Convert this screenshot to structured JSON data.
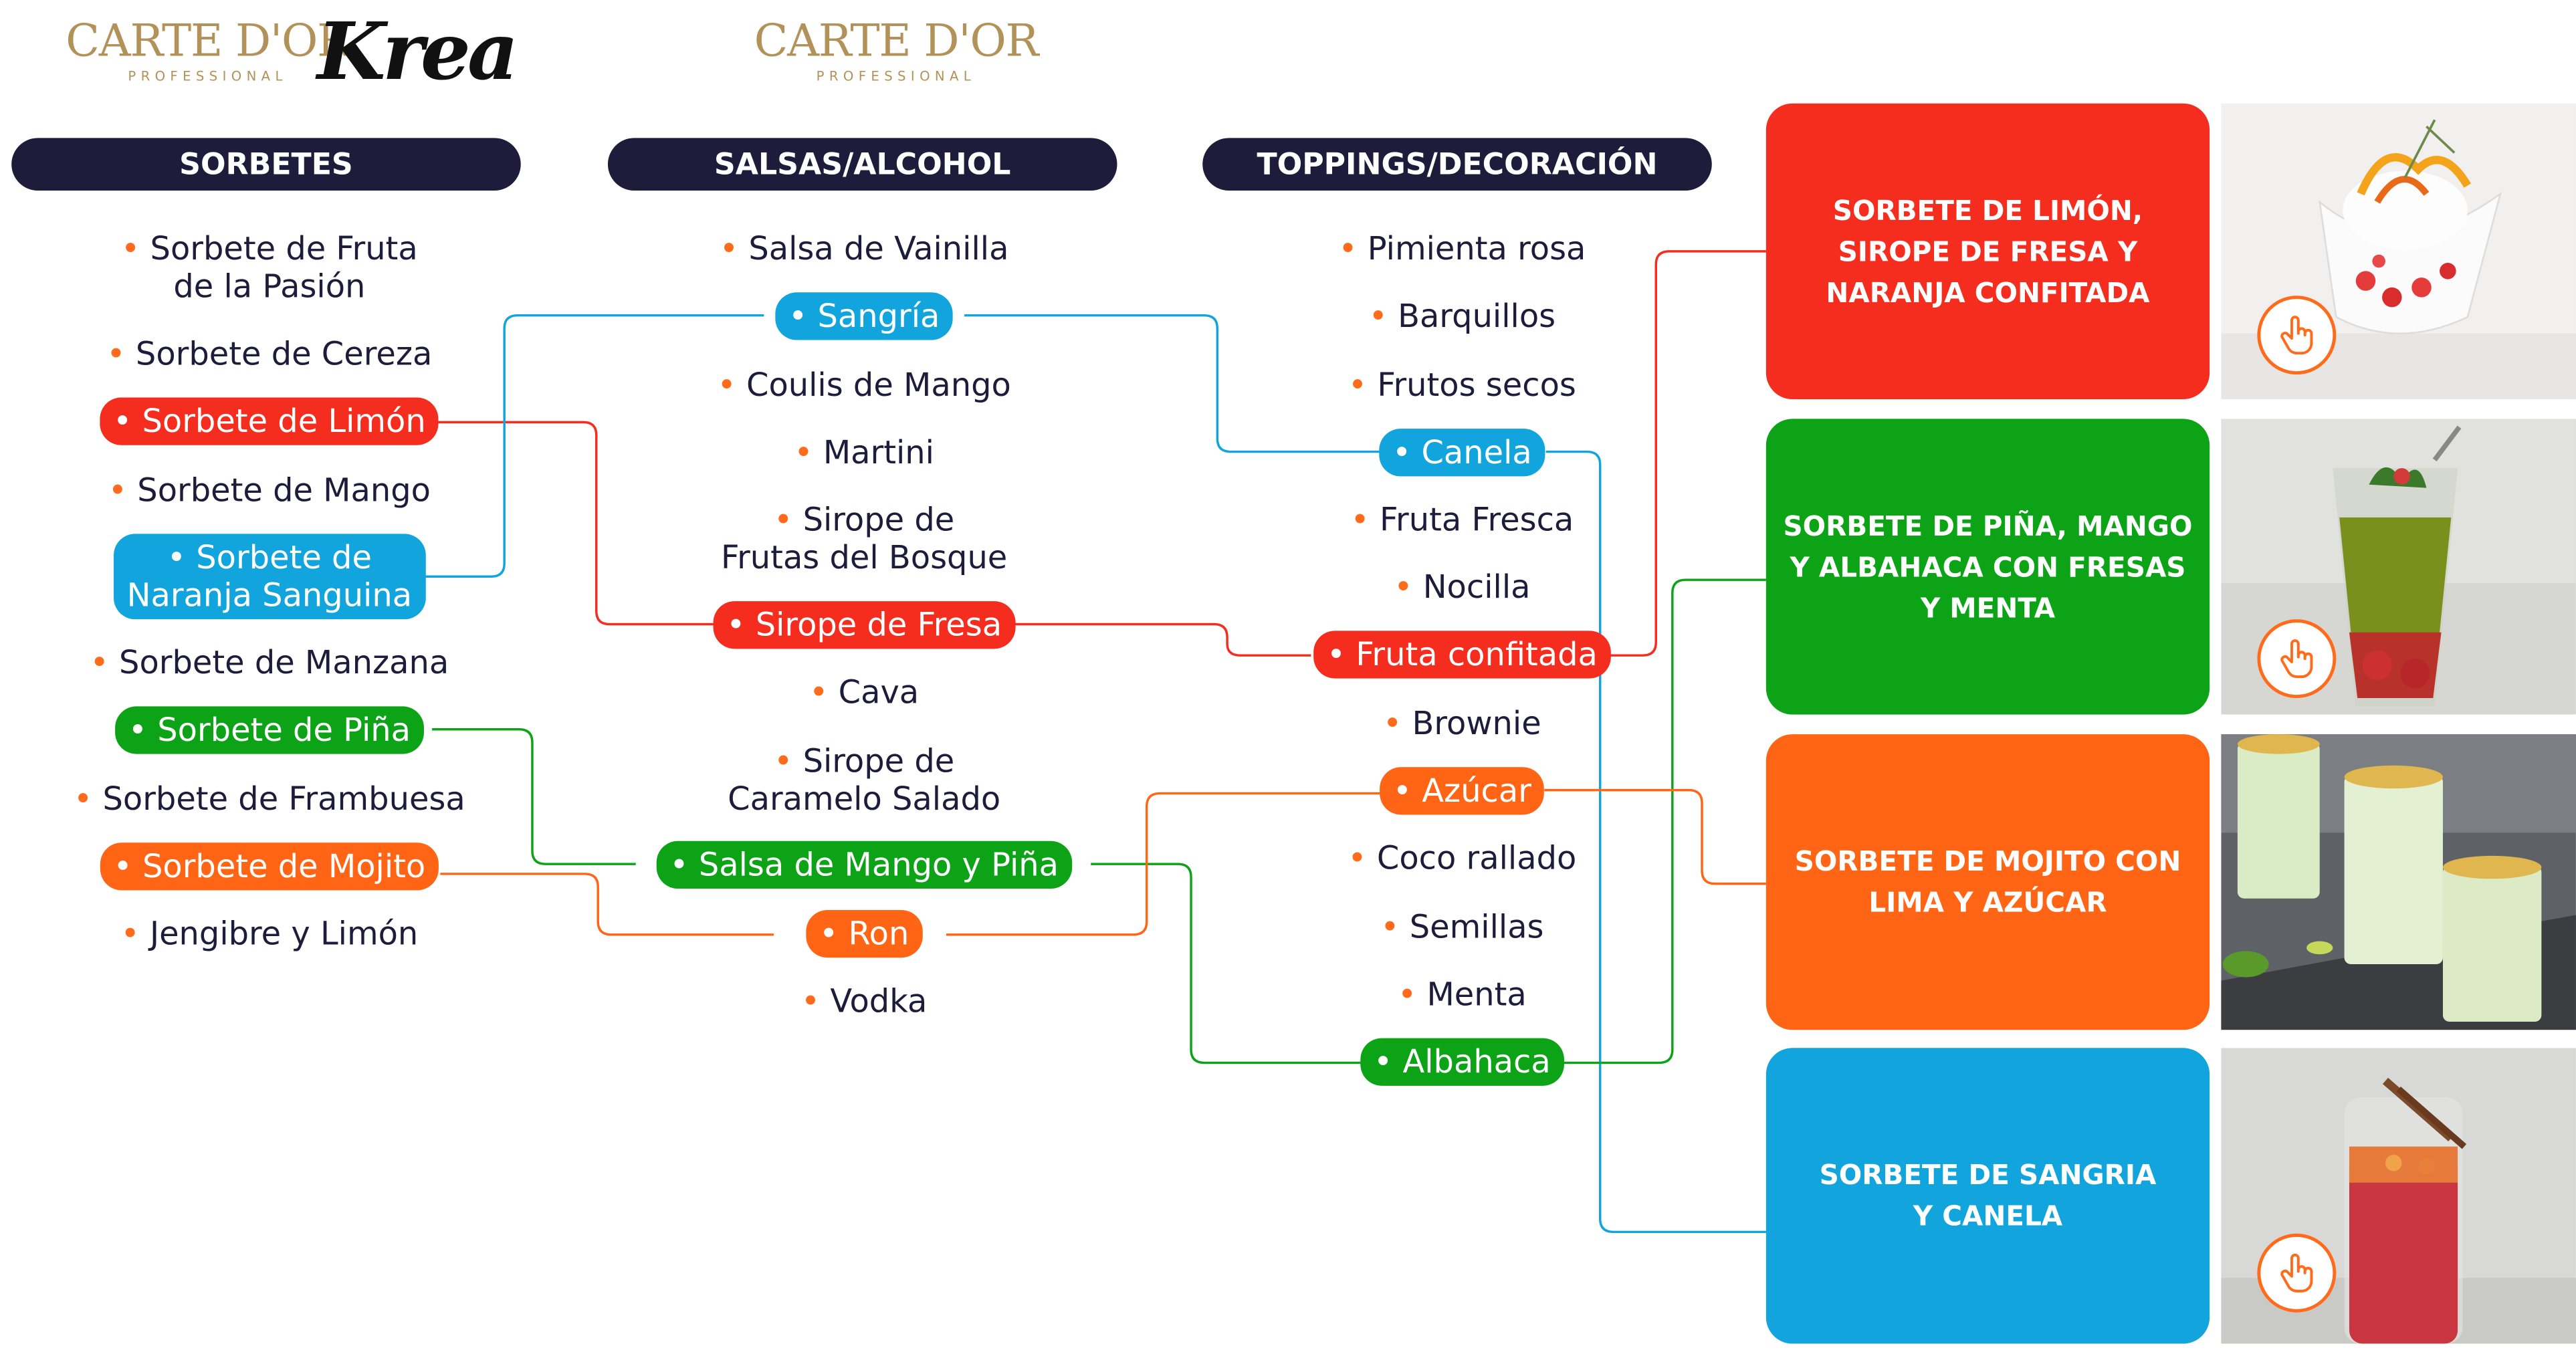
{
  "logos": {
    "carte_dor_1": {
      "brand": "CARTE D'OR",
      "sub": "PROFESSIONAL"
    },
    "krea": "Krea",
    "carte_dor_2": {
      "brand": "CARTE D'OR",
      "sub": "PROFESSIONAL"
    }
  },
  "headers": {
    "sorbetes": "SORBETES",
    "salsas": "SALSAS/ALCOHOL",
    "toppings": "TOPPINGS/DECORACIÓN"
  },
  "bullet": "•",
  "sorbetes": [
    {
      "text": "Sorbete de Fruta",
      "text2": "de la Pasión"
    },
    {
      "text": "Sorbete de Cereza"
    },
    {
      "text": "Sorbete de Limón",
      "highlight": "red"
    },
    {
      "text": "Sorbete de Mango"
    },
    {
      "text": "Sorbete de",
      "text2": "Naranja Sanguina",
      "highlight": "blue"
    },
    {
      "text": "Sorbete de Manzana"
    },
    {
      "text": "Sorbete de Piña",
      "highlight": "green"
    },
    {
      "text": "Sorbete de Frambuesa"
    },
    {
      "text": "Sorbete de Mojito",
      "highlight": "orange"
    },
    {
      "text": "Jengibre y Limón"
    }
  ],
  "salsas": [
    {
      "text": "Salsa de Vainilla"
    },
    {
      "text": "Sangría",
      "highlight": "blue"
    },
    {
      "text": "Coulis de Mango"
    },
    {
      "text": "Martini"
    },
    {
      "text": "Sirope de",
      "text2": "Frutas del Bosque"
    },
    {
      "text": "Sirope de Fresa",
      "highlight": "red"
    },
    {
      "text": "Cava"
    },
    {
      "text": "Sirope de",
      "text2": "Caramelo Salado"
    },
    {
      "text": "Salsa de Mango y Piña",
      "highlight": "green"
    },
    {
      "text": "Ron",
      "highlight": "orange"
    },
    {
      "text": "Vodka"
    }
  ],
  "toppings": [
    {
      "text": "Pimienta rosa"
    },
    {
      "text": "Barquillos"
    },
    {
      "text": "Frutos secos"
    },
    {
      "text": "Canela",
      "highlight": "blue"
    },
    {
      "text": "Fruta Fresca"
    },
    {
      "text": "Nocilla"
    },
    {
      "text": "Fruta confitada",
      "highlight": "red"
    },
    {
      "text": "Brownie"
    },
    {
      "text": "Azúcar",
      "highlight": "orange"
    },
    {
      "text": "Coco rallado"
    },
    {
      "text": "Semillas"
    },
    {
      "text": "Menta"
    },
    {
      "text": "Albahaca",
      "highlight": "green"
    }
  ],
  "recipes": [
    {
      "line1": "SORBETE DE LIMÓN,",
      "line2": "SIROPE DE FRESA Y",
      "line3": "NARANJA CONFITADA",
      "color": "#f42d1e",
      "photo": "lemon-sorbet-cup-photo"
    },
    {
      "line1": "SORBETE DE PIÑA, MANGO",
      "line2": "Y ALBAHACA CON FRESAS",
      "line3": "Y MENTA",
      "color": "#0da316",
      "photo": "pineapple-mango-glass-photo"
    },
    {
      "line1": "SORBETE DE MOJITO CON",
      "line2": "LIMA Y AZÚCAR",
      "line3": "",
      "color": "#ff6515",
      "photo": "mojito-glasses-photo"
    },
    {
      "line1": "SORBETE DE SANGRIA",
      "line2": "Y CANELA",
      "line3": "",
      "color": "#12a5dd",
      "photo": "sangria-glass-photo"
    }
  ],
  "colors": {
    "navy": "#1e1c3a",
    "bullet": "#ff6b1a",
    "red": "#f42d1e",
    "blue": "#12a5dd",
    "green": "#0da316",
    "orange": "#ff6515",
    "gold": "#b3925a"
  },
  "icons": {
    "tap": "hand-pointer-icon"
  }
}
